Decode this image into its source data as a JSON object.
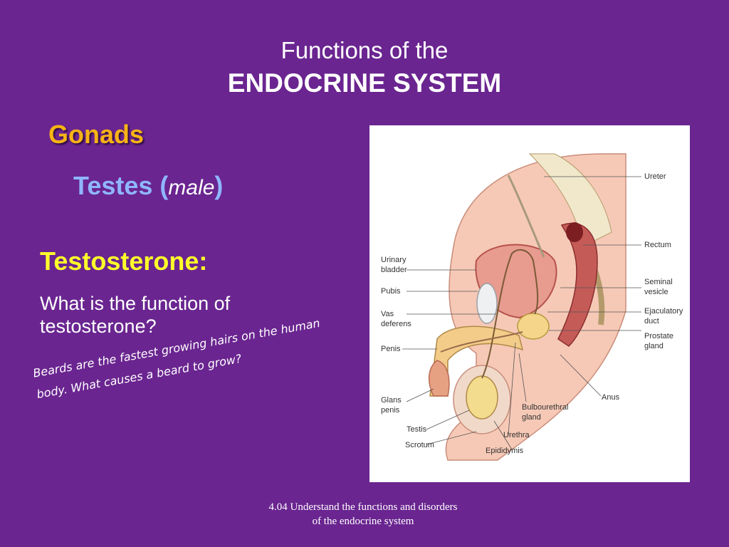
{
  "slide": {
    "title_line1": "Functions of the",
    "title_line2": "ENDOCRINE SYSTEM",
    "subtitle_gonads": "Gonads",
    "testes_main": "Testes (",
    "testes_italic": "male",
    "testes_close": ")",
    "hormone_heading": "Testosterone:",
    "question": "What is the function of testosterone?",
    "beards_note": "Beards are the fastest growing hairs on the human body.  What causes a beard to grow?",
    "footer_line1": "4.04 Understand the functions and disorders",
    "footer_line2": "of the endocrine system"
  },
  "diagram": {
    "labels": {
      "ureter": "Ureter",
      "rectum": "Rectum",
      "urinary_bladder": "Urinary bladder",
      "pubis": "Pubis",
      "seminal_vesicle": "Seminal vesicle",
      "vas_deferens": "Vas deferens",
      "ejaculatory_duct": "Ejaculatory duct",
      "prostate_gland": "Prostate gland",
      "penis": "Penis",
      "anus": "Anus",
      "glans_penis": "Glans penis",
      "bulbourethral_gland": "Bulbourethral gland",
      "testis": "Testis",
      "scrotum": "Scrotum",
      "urethra": "Urethra",
      "epididymis": "Epididymis"
    }
  },
  "colors": {
    "background": "#6a2590",
    "gonads": "#f7b316",
    "testes": "#8fb6ff",
    "testosterone": "#ffff2a"
  }
}
